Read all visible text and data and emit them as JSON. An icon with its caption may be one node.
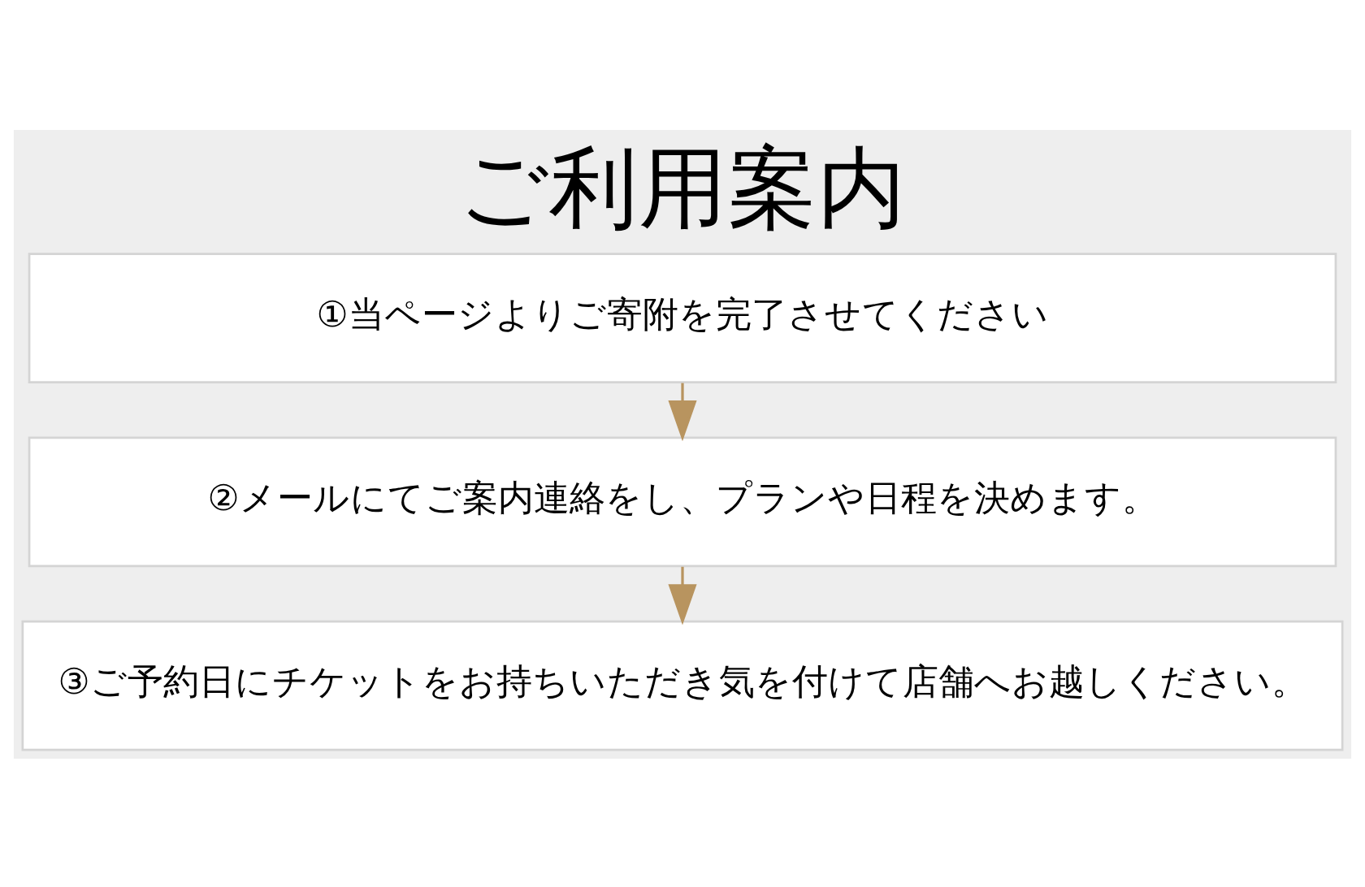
{
  "diagram": {
    "title": "ご利用案内",
    "nodes": [
      {
        "text": [
          "①当ページよりご寄附を完了させてください"
        ]
      },
      {
        "text": [
          "②メールにてご案内連絡をし、プランや日程を決めます。"
        ]
      },
      {
        "text": [
          "③ご予約日にチケットをお持ちいただき気を付けて店舗へお越しください。"
        ]
      }
    ],
    "edges": [
      {
        "from": 0,
        "to": 1,
        "arrow": "to"
      },
      {
        "from": 1,
        "to": 2,
        "arrow": "to"
      }
    ]
  }
}
